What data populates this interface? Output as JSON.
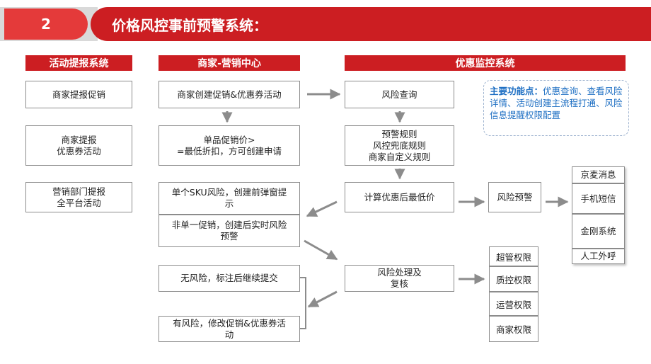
{
  "header": {
    "number": "2",
    "title": "价格风控事前预警系统："
  },
  "columns": {
    "activity": "活动提报系统",
    "merchant": "商家-营销中心",
    "monitor": "优惠监控系统"
  },
  "activity_boxes": [
    "商家提报促销",
    "商家提报\n优惠券活动",
    "营销部门提报\n全平台活动"
  ],
  "merchant_boxes": {
    "create": "商家创建促销&优惠券活动",
    "single_price": "单品促销价>\n=最低折扣，方可创建申请",
    "sku_risk": "单个SKU风险，创建前弹窗提\n示",
    "non_single": "非单一促销，创建后实时风险\n预警",
    "no_risk": "无风险，标注后继续提交",
    "has_risk": "有风险，修改促销&优惠券活\n动"
  },
  "monitor_boxes": {
    "query": "风险查询",
    "rules": "预警规则\n风控兜底规则\n商家自定义规则",
    "calc": "计算优惠后最低价",
    "alert": "风险预警",
    "handle": "风险处理及\n复核"
  },
  "channels": [
    "京麦消息",
    "手机短信",
    "金刚系统",
    "人工外呼"
  ],
  "permissions": [
    "超管权限",
    "质控权限",
    "运营权限",
    "商家权限"
  ],
  "note": {
    "label": "主要功能点：",
    "text": "优惠查询、查看风险详情、活动创建主流程打通、风险信息提醒权限配置"
  },
  "colors": {
    "brand_red": "#cc1e22",
    "accent_red": "#e43a3a",
    "arrow_gray": "#8c8c8c",
    "note_blue": "#1e6fc3"
  }
}
